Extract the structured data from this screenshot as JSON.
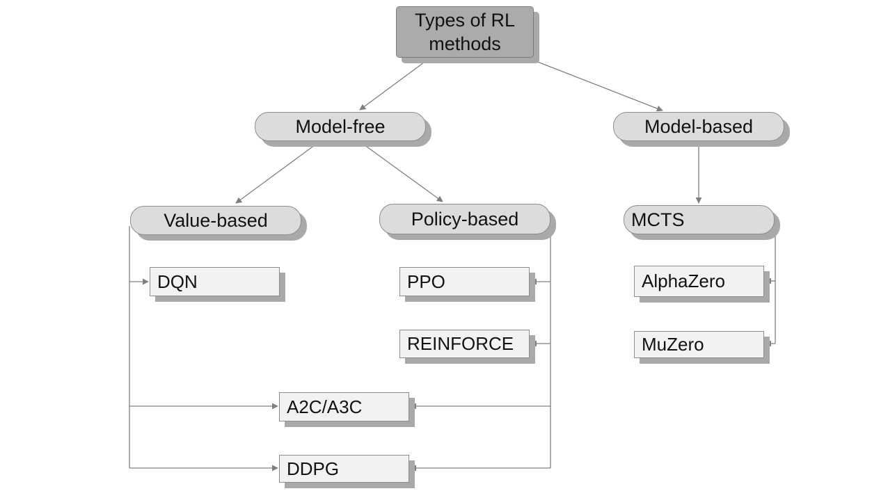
{
  "diagram": {
    "root": {
      "line1": "Types of RL",
      "line2": "methods"
    },
    "model_free": "Model-free",
    "model_based": "Model-based",
    "value_based": "Value-based",
    "policy_based": "Policy-based",
    "mcts": "MCTS",
    "dqn": "DQN",
    "ppo": "PPO",
    "reinforce": "REINFORCE",
    "alphazero": "AlphaZero",
    "muzero": "MuZero",
    "a2c_a3c": "A2C/A3C",
    "ddpg": "DDPG"
  },
  "colors": {
    "root_fill": "#ababab",
    "category_fill": "#dcdcdc",
    "leaf_fill": "#f2f2f2",
    "shadow": "#a9a9a9",
    "connector": "#7f7f7f"
  }
}
